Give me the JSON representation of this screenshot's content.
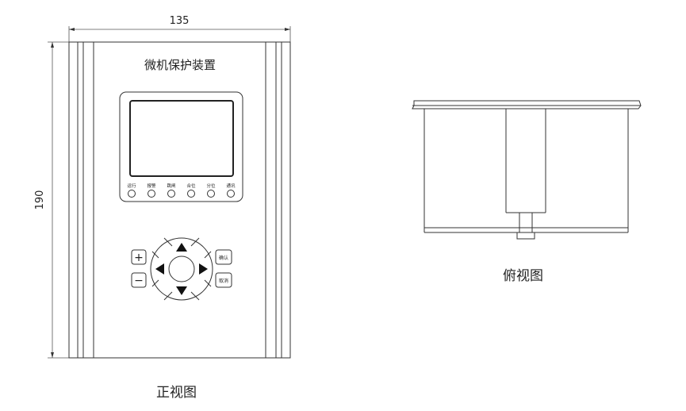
{
  "dimensions": {
    "width": "135",
    "height": "190"
  },
  "front_view": {
    "title": "微机保护装置",
    "indicators": [
      "运行",
      "报警",
      "跳闸",
      "合位",
      "分位",
      "通讯"
    ],
    "keys": {
      "plus": "+",
      "minus": "−",
      "confirm": "确认",
      "cancel": "取消"
    },
    "caption": "正视图"
  },
  "top_view": {
    "caption": "俯视图"
  }
}
